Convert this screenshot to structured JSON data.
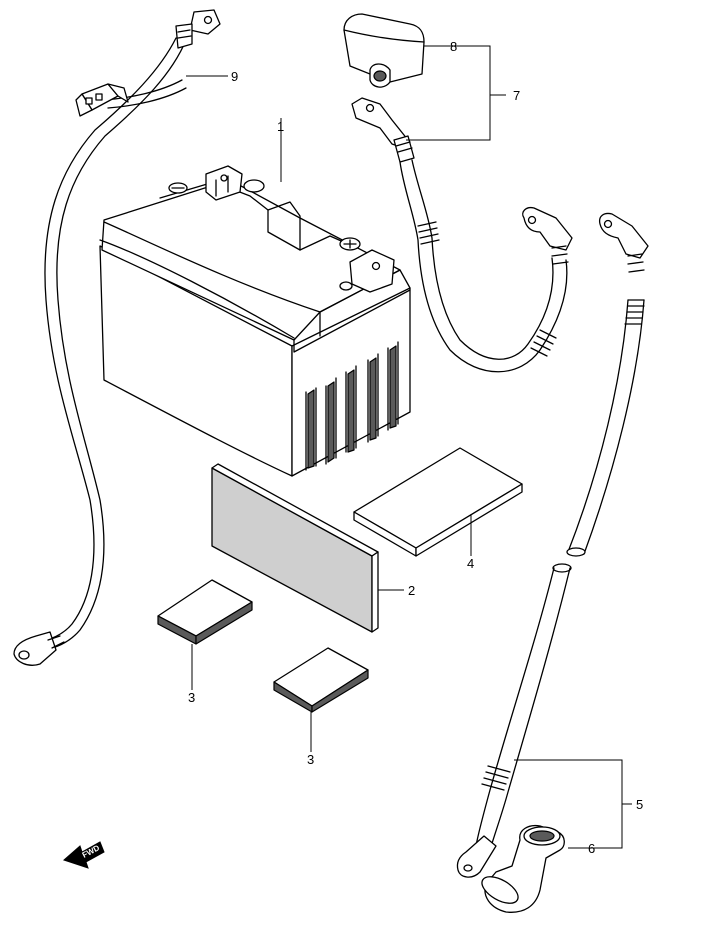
{
  "callouts": {
    "c1": "1",
    "c2": "2",
    "c3a": "3",
    "c3b": "3",
    "c4": "4",
    "c5": "5",
    "c6": "6",
    "c7": "7",
    "c8": "8",
    "c9": "9"
  },
  "fwd_label": "FWD"
}
